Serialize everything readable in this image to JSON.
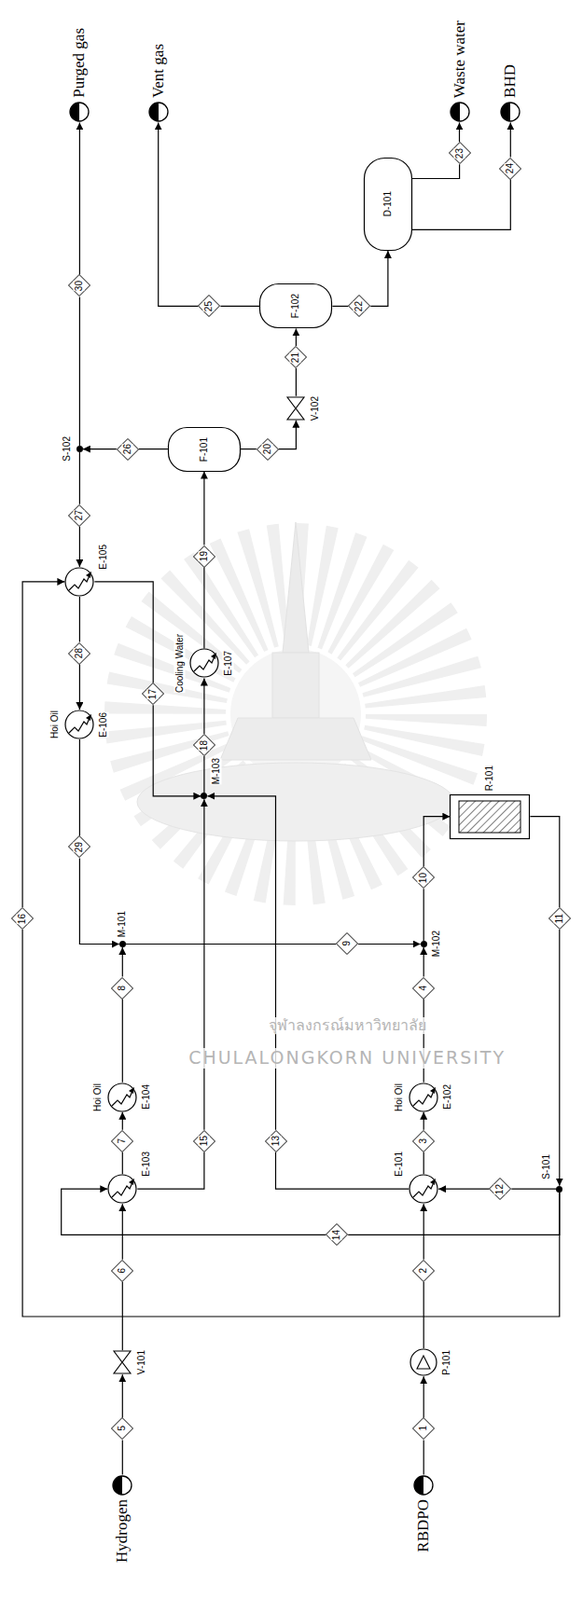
{
  "diagram": {
    "nodes": [
      {
        "text": [
          "Hydrogen"
        ]
      },
      {
        "text": [
          "RBDPO"
        ]
      },
      {
        "text": [
          "5"
        ]
      },
      {
        "text": [
          "V-101"
        ]
      },
      {
        "text": [
          "6"
        ]
      },
      {
        "text": [
          "E-103"
        ]
      },
      {
        "text": [
          "7"
        ]
      },
      {
        "text": [
          "Hoi Oil",
          "E-104"
        ]
      },
      {
        "text": [
          "8"
        ]
      },
      {
        "text": [
          "M-101"
        ]
      },
      {
        "text": [
          "9"
        ]
      },
      {
        "text": [
          "1"
        ]
      },
      {
        "text": [
          "P-101"
        ]
      },
      {
        "text": [
          "2"
        ]
      },
      {
        "text": [
          "E-101"
        ]
      },
      {
        "text": [
          "3"
        ]
      },
      {
        "text": [
          "Hoi Oil",
          "E-102"
        ]
      },
      {
        "text": [
          "4"
        ]
      },
      {
        "text": [
          "M-102"
        ]
      },
      {
        "text": [
          "10"
        ]
      },
      {
        "text": [
          "R-101"
        ]
      },
      {
        "text": [
          "11"
        ]
      },
      {
        "text": [
          "S-101"
        ]
      },
      {
        "text": [
          "12"
        ]
      },
      {
        "text": [
          "14"
        ]
      },
      {
        "text": [
          "16"
        ]
      },
      {
        "text": [
          "E-105"
        ]
      },
      {
        "text": [
          "17"
        ]
      },
      {
        "text": [
          "27"
        ]
      },
      {
        "text": [
          "S-102"
        ]
      },
      {
        "text": [
          "30"
        ]
      },
      {
        "text": [
          "Purged gas"
        ]
      },
      {
        "text": [
          "28"
        ]
      },
      {
        "text": [
          "Hoi Oil",
          "E-106"
        ]
      },
      {
        "text": [
          "29"
        ]
      },
      {
        "text": [
          "13"
        ]
      },
      {
        "text": [
          "15"
        ]
      },
      {
        "text": [
          "M-103"
        ]
      },
      {
        "text": [
          "18"
        ]
      },
      {
        "text": [
          "Cooling Water",
          "E-107"
        ]
      },
      {
        "text": [
          "19"
        ]
      },
      {
        "text": [
          "F-101"
        ]
      },
      {
        "text": [
          "26"
        ]
      },
      {
        "text": [
          "20"
        ]
      },
      {
        "text": [
          "V-102"
        ]
      },
      {
        "text": [
          "21"
        ]
      },
      {
        "text": [
          "F-102"
        ]
      },
      {
        "text": [
          "25"
        ]
      },
      {
        "text": [
          "Vent gas"
        ]
      },
      {
        "text": [
          "22"
        ]
      },
      {
        "text": [
          "D-101"
        ]
      },
      {
        "text": [
          "23"
        ]
      },
      {
        "text": [
          "Waste water"
        ]
      },
      {
        "text": [
          "24"
        ]
      },
      {
        "text": [
          "BHD"
        ]
      }
    ],
    "edges": [
      {
        "from": 0,
        "to": 2,
        "arrow": "none"
      },
      {
        "from": 2,
        "to": 3,
        "arrow": "to"
      },
      {
        "from": 3,
        "to": 4,
        "arrow": "none"
      },
      {
        "from": 4,
        "to": 5,
        "arrow": "to"
      },
      {
        "from": 5,
        "to": 6,
        "arrow": "none"
      },
      {
        "from": 6,
        "to": 7,
        "arrow": "to"
      },
      {
        "from": 7,
        "to": 8,
        "arrow": "none"
      },
      {
        "from": 8,
        "to": 9,
        "arrow": "to"
      },
      {
        "from": 9,
        "to": 10,
        "arrow": "none"
      },
      {
        "from": 10,
        "to": 18,
        "arrow": "to"
      },
      {
        "from": 1,
        "to": 11,
        "arrow": "none"
      },
      {
        "from": 11,
        "to": 12,
        "arrow": "to"
      },
      {
        "from": 12,
        "to": 13,
        "arrow": "none"
      },
      {
        "from": 13,
        "to": 14,
        "arrow": "to"
      },
      {
        "from": 14,
        "to": 15,
        "arrow": "none"
      },
      {
        "from": 15,
        "to": 16,
        "arrow": "to"
      },
      {
        "from": 16,
        "to": 17,
        "arrow": "none"
      },
      {
        "from": 17,
        "to": 18,
        "arrow": "to"
      },
      {
        "from": 18,
        "to": 19,
        "arrow": "none"
      },
      {
        "from": 19,
        "to": 20,
        "arrow": "to"
      },
      {
        "from": 20,
        "to": 21,
        "arrow": "none"
      },
      {
        "from": 21,
        "to": 22,
        "arrow": "to"
      },
      {
        "from": 22,
        "to": 23,
        "arrow": "none"
      },
      {
        "from": 23,
        "to": 14,
        "arrow": "to"
      },
      {
        "from": 22,
        "to": 24,
        "arrow": "none"
      },
      {
        "from": 24,
        "to": 5,
        "arrow": "to"
      },
      {
        "from": 22,
        "to": 25,
        "arrow": "none"
      },
      {
        "from": 25,
        "to": 26,
        "arrow": "to"
      },
      {
        "from": 26,
        "to": 27,
        "arrow": "none"
      },
      {
        "from": 27,
        "to": 37,
        "arrow": "to"
      },
      {
        "from": 29,
        "to": 28,
        "arrow": "none"
      },
      {
        "from": 28,
        "to": 26,
        "arrow": "to"
      },
      {
        "from": 29,
        "to": 30,
        "arrow": "none"
      },
      {
        "from": 30,
        "to": 31,
        "arrow": "to"
      },
      {
        "from": 26,
        "to": 32,
        "arrow": "none"
      },
      {
        "from": 32,
        "to": 33,
        "arrow": "to"
      },
      {
        "from": 33,
        "to": 34,
        "arrow": "none"
      },
      {
        "from": 34,
        "to": 9,
        "arrow": "to"
      },
      {
        "from": 14,
        "to": 35,
        "arrow": "none"
      },
      {
        "from": 35,
        "to": 37,
        "arrow": "to"
      },
      {
        "from": 5,
        "to": 36,
        "arrow": "none"
      },
      {
        "from": 36,
        "to": 37,
        "arrow": "to"
      },
      {
        "from": 37,
        "to": 38,
        "arrow": "none"
      },
      {
        "from": 38,
        "to": 39,
        "arrow": "to"
      },
      {
        "from": 39,
        "to": 40,
        "arrow": "none"
      },
      {
        "from": 40,
        "to": 41,
        "arrow": "to"
      },
      {
        "from": 41,
        "to": 42,
        "arrow": "none"
      },
      {
        "from": 42,
        "to": 29,
        "arrow": "to"
      },
      {
        "from": 41,
        "to": 43,
        "arrow": "none"
      },
      {
        "from": 43,
        "to": 44,
        "arrow": "to"
      },
      {
        "from": 44,
        "to": 45,
        "arrow": "none"
      },
      {
        "from": 45,
        "to": 46,
        "arrow": "to"
      },
      {
        "from": 46,
        "to": 47,
        "arrow": "none"
      },
      {
        "from": 47,
        "to": 48,
        "arrow": "to"
      },
      {
        "from": 46,
        "to": 49,
        "arrow": "none"
      },
      {
        "from": 49,
        "to": 50,
        "arrow": "to"
      },
      {
        "from": 50,
        "to": 51,
        "arrow": "none"
      },
      {
        "from": 51,
        "to": 52,
        "arrow": "to"
      },
      {
        "from": 50,
        "to": 53,
        "arrow": "none"
      },
      {
        "from": 53,
        "to": 54,
        "arrow": "to"
      }
    ],
    "labels": [
      "จุฬาลงกรณ์มหาวิทยาลัย",
      "CHULALONGKORN UNIVERSITY"
    ]
  }
}
